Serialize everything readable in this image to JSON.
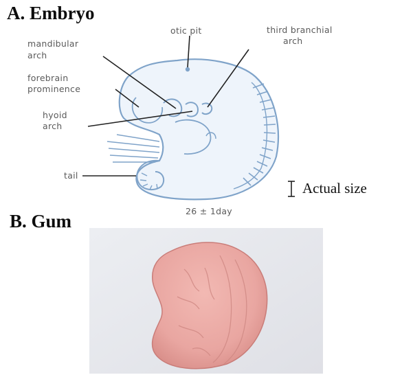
{
  "figure": {
    "embryo_heading": "A. Embryo",
    "gum_heading": "B. Gum",
    "labels": {
      "otic_pit": "otic pit",
      "third_branchial_line1": "third branchial",
      "third_branchial_line2": "arch",
      "mandibular_line1": "mandibular",
      "mandibular_line2": "arch",
      "forebrain_line1": "forebrain",
      "forebrain_line2": "prominence",
      "hyoid_line1": "hyoid",
      "hyoid_line2": "arch",
      "tail": "tail",
      "age": "26 ± 1day",
      "actual_size": "Actual size"
    },
    "colors": {
      "drawing_stroke": "#7fa3c9",
      "drawing_fill": "#eef4fb",
      "leader_lines": "#222222",
      "gum_pink": "#e9a6a1",
      "gum_background": "#e6e7ec"
    }
  }
}
